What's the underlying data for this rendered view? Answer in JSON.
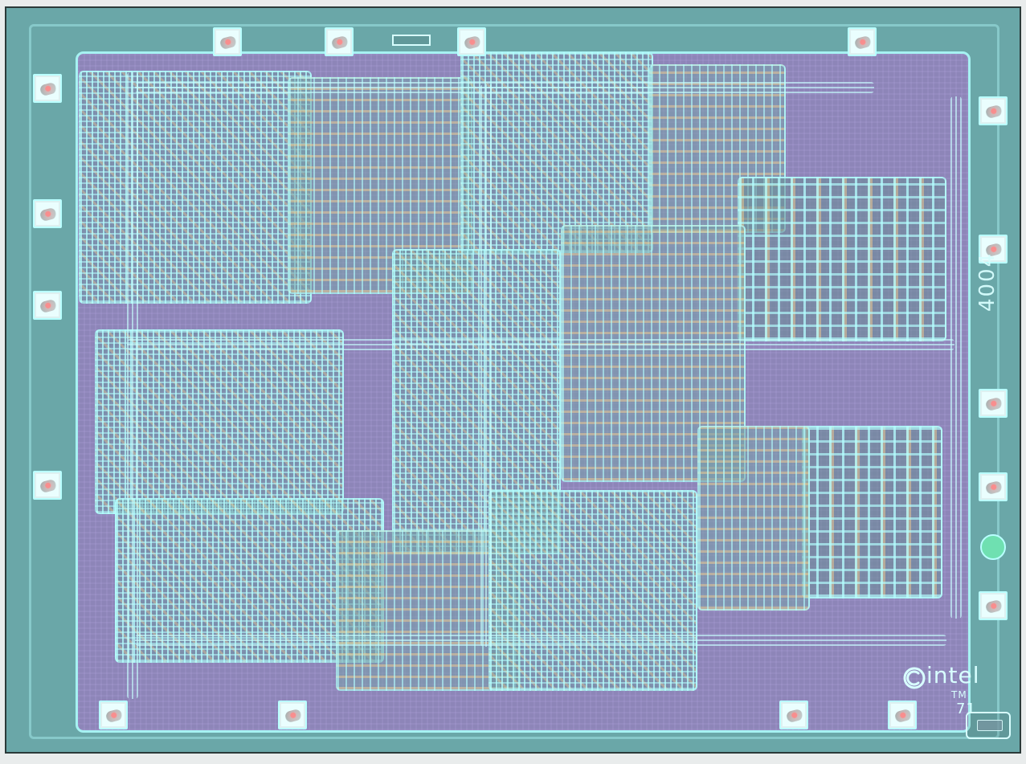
{
  "die_markings": {
    "part_number": "4004",
    "manufacturer": "intel",
    "trademark": "TM",
    "year": "71"
  }
}
